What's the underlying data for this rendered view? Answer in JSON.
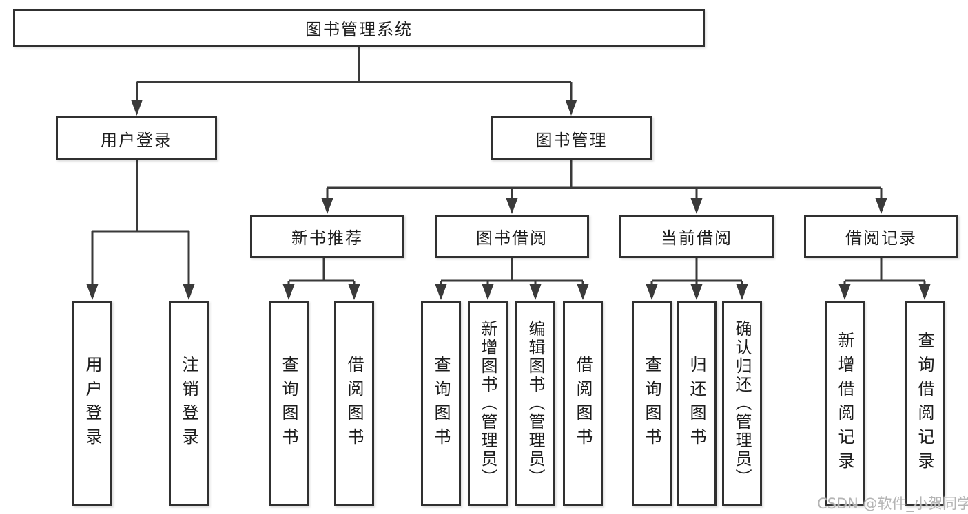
{
  "nodes": {
    "root": "图书管理系统",
    "level2": {
      "user_login": "用户登录",
      "book_management": "图书管理"
    },
    "level3": {
      "new_book_recommend": "新书推荐",
      "book_borrowing": "图书借阅",
      "current_borrowing": "当前借阅",
      "borrowing_records": "借阅记录"
    },
    "leaves": {
      "user_login": [
        "用户登录",
        "注销登录"
      ],
      "new_book_recommend": [
        "查询图书",
        "借阅图书"
      ],
      "book_borrowing": [
        "查询图书",
        "新增图书（管理员）",
        "编辑图书（管理员）",
        "借阅图书"
      ],
      "current_borrowing": [
        "查询图书",
        "归还图书",
        "确认归还（管理员）"
      ],
      "borrowing_records": [
        "新增借阅记录",
        "查询借阅记录"
      ]
    }
  },
  "watermark": "CSDN @软件_小贺同学",
  "colors": {
    "line": "#3a3a3a",
    "box_border": "#303030",
    "text": "#1c1c1c",
    "watermark": "#b4b4b4",
    "background": "#ffffff"
  }
}
